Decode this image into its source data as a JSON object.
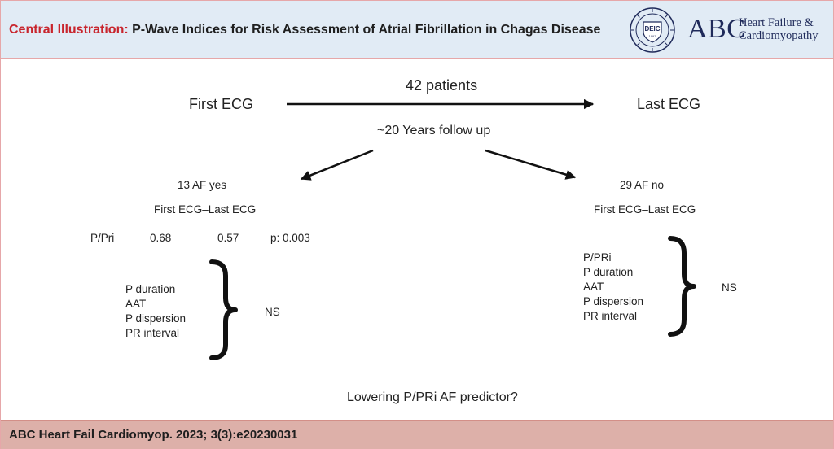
{
  "header": {
    "title_lead": "Central Illustration:",
    "title_rest": " P-Wave Indices for Risk Assessment of Atrial Fibrillation in Chagas Disease",
    "logo_seal_text": "DEIC",
    "logo_seal_year": "1997",
    "brand_abc": "ABC",
    "brand_line1": "Heart Failure &",
    "brand_line2": "Cardiomyopathy"
  },
  "diagram": {
    "first_ecg": "First ECG",
    "last_ecg": "Last ECG",
    "patients": "42 patients",
    "follow_up": "~20 Years follow up",
    "left_branch": {
      "group": "13 AF yes",
      "compare": "First ECG–Last ECG",
      "ppri_label": "P/Pri",
      "ppri_first": "0.68",
      "ppri_last": "0.57",
      "ppri_p": "p: 0.003",
      "items": [
        "P duration",
        "AAT",
        "P dispersion",
        "PR interval"
      ],
      "result": "NS"
    },
    "right_branch": {
      "group": "29 AF no",
      "compare": "First ECG–Last ECG",
      "items": [
        "P/PRi",
        "P duration",
        "AAT",
        "P dispersion",
        "PR interval"
      ],
      "result": "NS"
    },
    "question": "Lowering P/PRi AF predictor?"
  },
  "footer": {
    "citation": "ABC Heart Fail Cardiomyop. 2023; 3(3):e20230031"
  },
  "colors": {
    "accent_red": "#c8242c",
    "header_bg": "#e1ebf5",
    "footer_bg": "#ddb0a9",
    "brand_navy": "#1f2a5a"
  }
}
